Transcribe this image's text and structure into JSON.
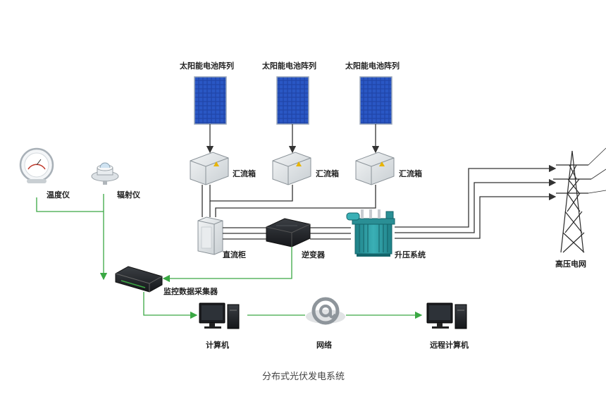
{
  "labels": {
    "solar_array_1": "太阳能电池阵列",
    "solar_array_2": "太阳能电池阵列",
    "solar_array_3": "太阳能电池阵列",
    "combiner_1": "汇流箱",
    "combiner_2": "汇流箱",
    "combiner_3": "汇流箱",
    "thermometer": "温度仪",
    "radiometer": "辐射仪",
    "dc_cabinet": "直流柜",
    "inverter": "逆变器",
    "step_up": "升压系统",
    "grid": "高压电网",
    "monitor": "监控数据采集器",
    "computer": "计算机",
    "network": "网络",
    "remote_computer": "远程计算机"
  },
  "caption": "分布式光伏发电系统",
  "colors": {
    "data_line": "#3aa843",
    "power_line": "#333333",
    "panel_blue": "#1f45a8",
    "box_grey": "#dfe3e6"
  },
  "icons": {
    "solar_panel": "solar-panel-icon",
    "combiner_box": "combiner-box-icon",
    "thermometer": "thermometer-icon",
    "radiometer": "radiometer-icon",
    "dc_cabinet": "dc-cabinet-icon",
    "inverter": "inverter-icon",
    "transformer": "transformer-icon",
    "pylon": "transmission-tower-icon",
    "data_logger": "data-logger-icon",
    "computer": "computer-icon",
    "network": "at-sign-icon"
  }
}
